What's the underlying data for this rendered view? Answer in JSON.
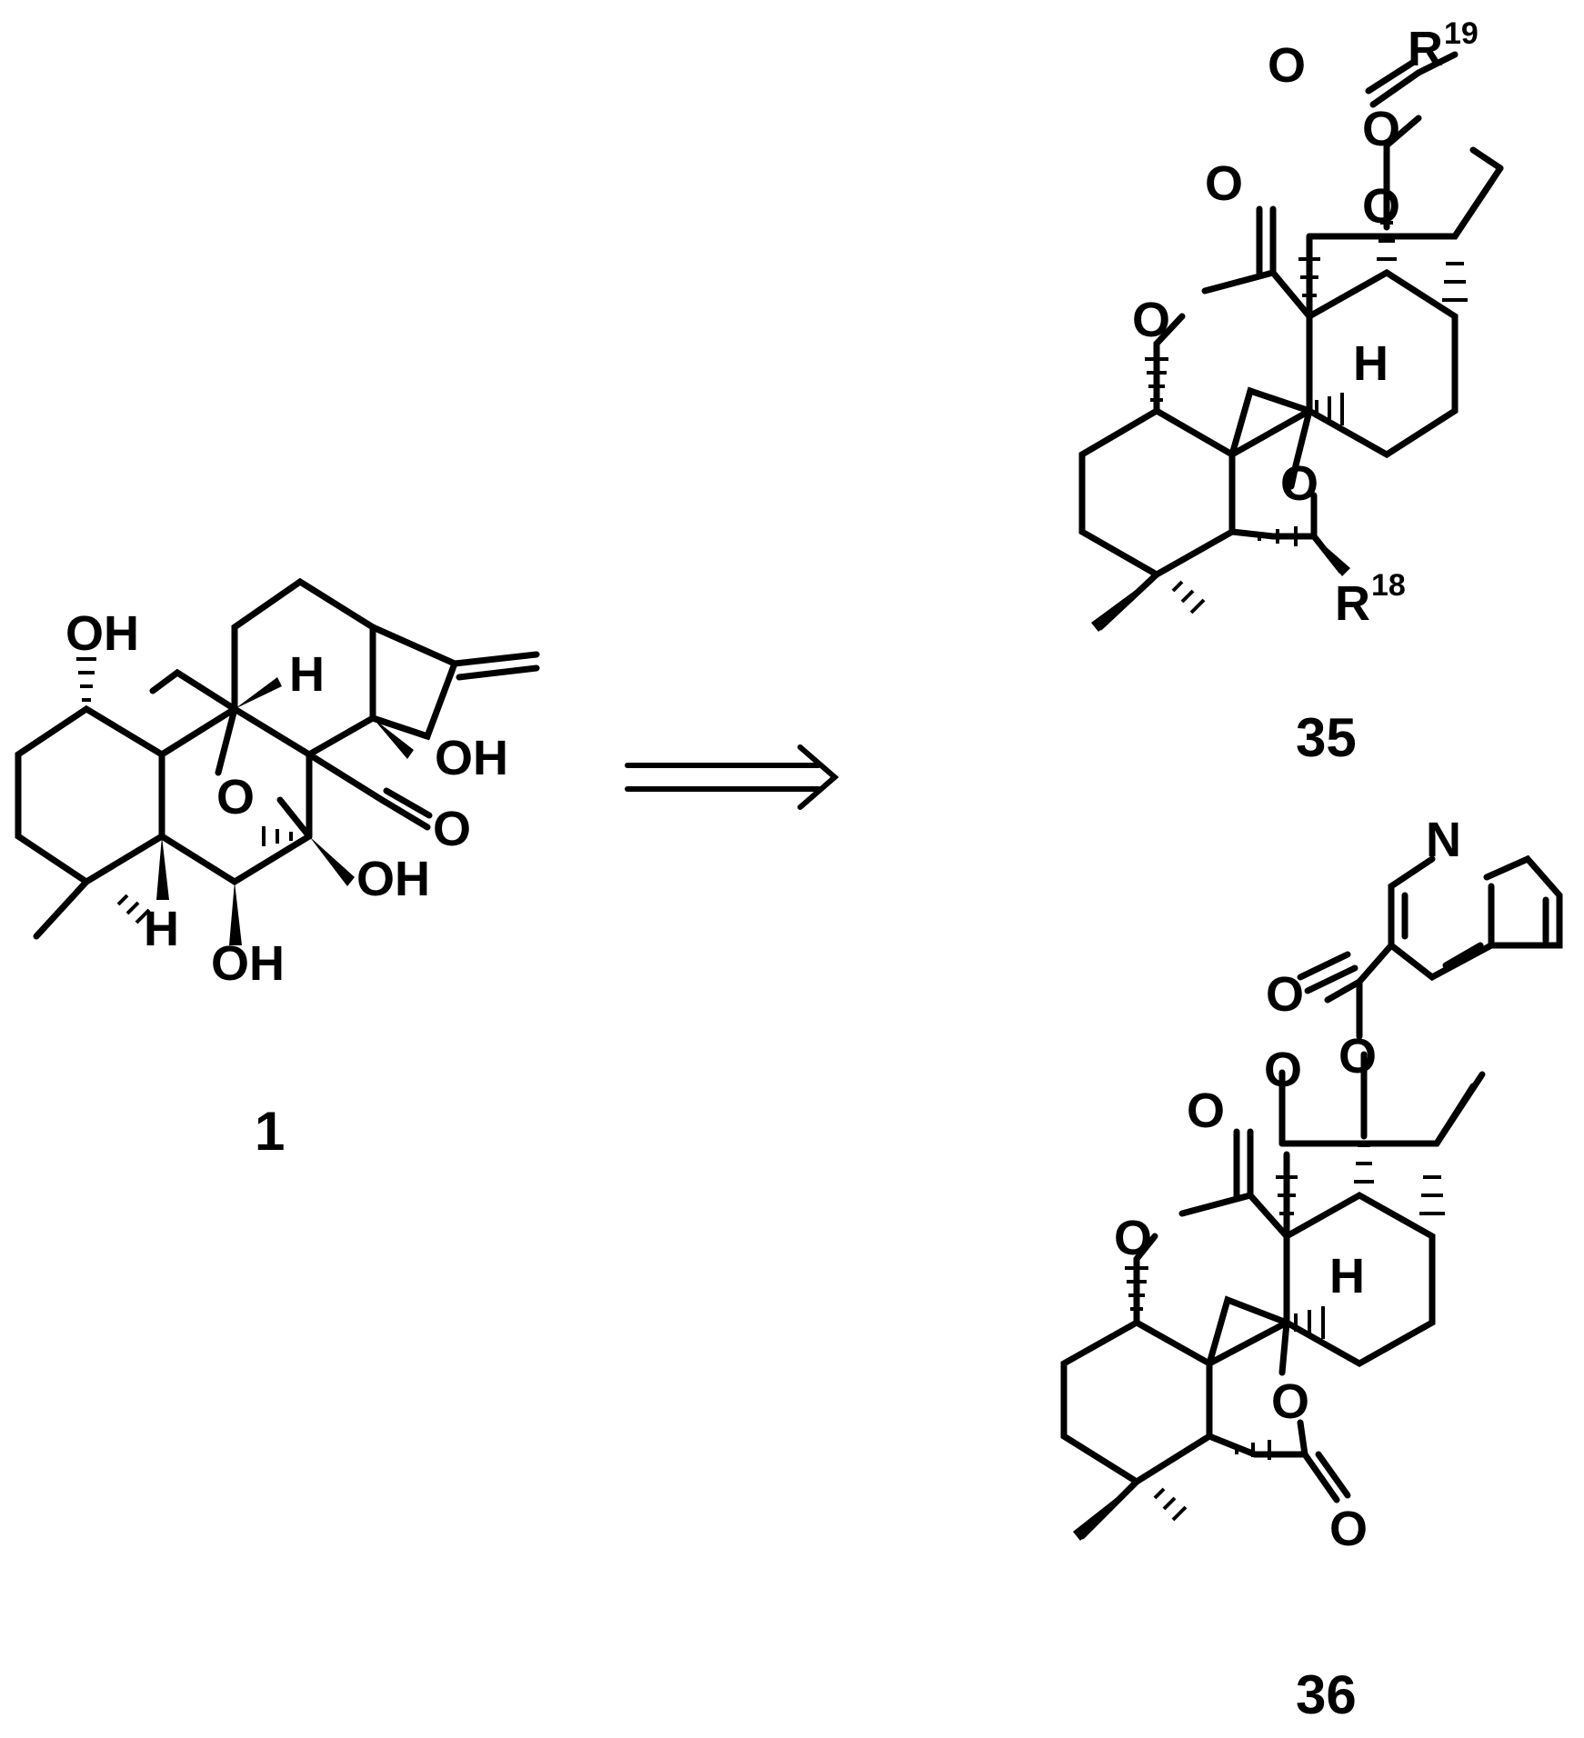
{
  "scheme_type": "retrosynthesis",
  "colors": {
    "ink": "#000000",
    "background": "#ffffff"
  },
  "arrow": {
    "type": "retrosynthetic-double-arrow"
  },
  "compounds": [
    {
      "id": "1",
      "label": "1",
      "atom_labels": {
        "oh_1": "OH",
        "oh_2": "OH",
        "oh_3": "OH",
        "oh_4": "OH",
        "h_1": "H",
        "h_2": "H",
        "o_ether": "O",
        "o_carbonyl": "O"
      }
    },
    {
      "id": "35",
      "label": "35",
      "atom_labels": {
        "o_1": "O",
        "o_2": "O",
        "o_3": "O",
        "o_4": "O",
        "o_5": "O",
        "o_6": "O",
        "h": "H",
        "r19": "R",
        "r19_sup": "19",
        "r18": "R",
        "r18_sup": "18"
      }
    },
    {
      "id": "36",
      "label": "36",
      "atom_labels": {
        "n": "N",
        "o_1": "O",
        "o_2": "O",
        "o_3": "O",
        "o_4": "O",
        "o_5": "O",
        "o_6": "O",
        "o_7": "O",
        "h": "H"
      }
    }
  ]
}
